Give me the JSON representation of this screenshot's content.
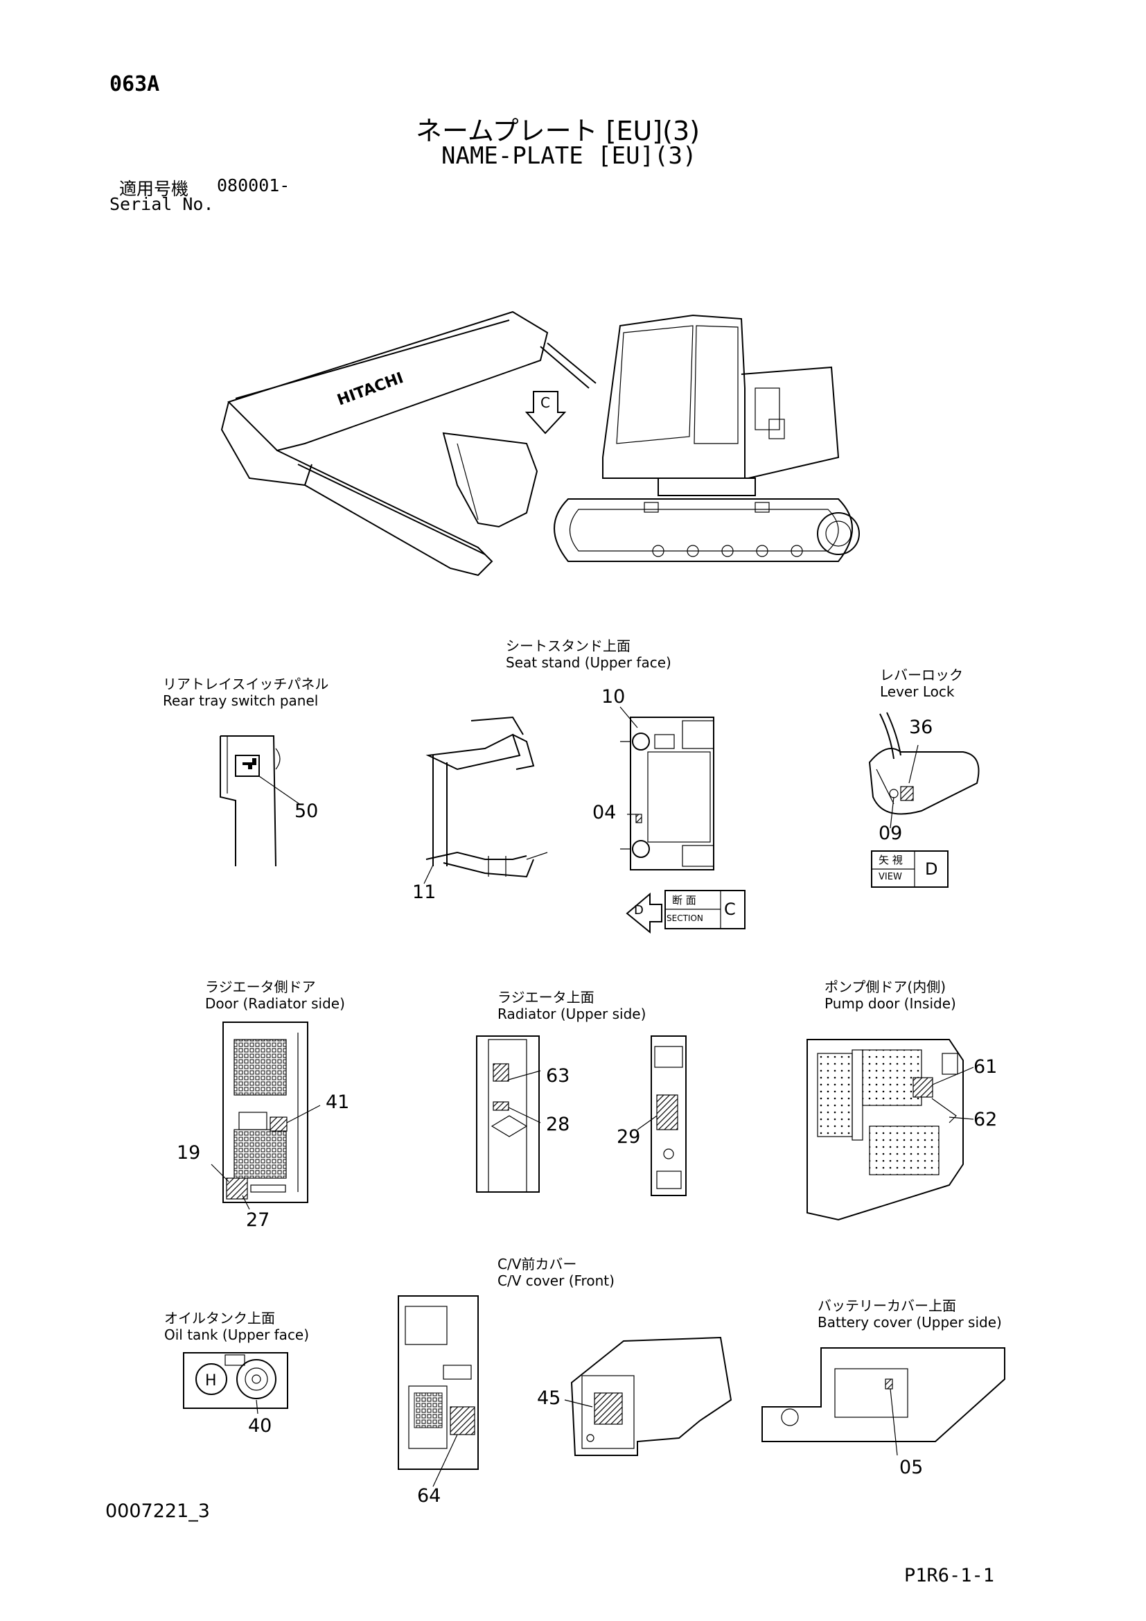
{
  "header": {
    "page_code": "063A",
    "title_jp": "ネームプレート [EU](3)",
    "title_en": "NAME-PLATE [EU](3)",
    "serial_label_jp": "適用号機",
    "serial_value": "080001-",
    "serial_label_en": "Serial No."
  },
  "machine": {
    "brand_text": "HITACHI",
    "section_mark": "C"
  },
  "views": {
    "rear_tray": {
      "label_jp": "リアトレイスイッチパネル",
      "label_en": "Rear tray switch panel",
      "callouts": [
        "50"
      ]
    },
    "seat_stand": {
      "label_jp": "シートスタンド上面",
      "label_en": "Seat stand (Upper face)",
      "callouts": [
        "10",
        "04",
        "11"
      ],
      "section_jp": "断 面",
      "section_en": "SECTION",
      "section_letter": "C",
      "arrow_letter": "D"
    },
    "lever_lock": {
      "label_jp": "レバーロック",
      "label_en": "Lever Lock",
      "callouts": [
        "36",
        "09"
      ],
      "view_jp": "矢 視",
      "view_en": "VIEW",
      "view_letter": "D"
    },
    "radiator_door": {
      "label_jp": "ラジエータ側ドア",
      "label_en": "Door (Radiator side)",
      "callouts": [
        "41",
        "19",
        "27"
      ]
    },
    "radiator_upper": {
      "label_jp": "ラジエータ上面",
      "label_en": "Radiator (Upper side)",
      "callouts": [
        "63",
        "28",
        "29"
      ]
    },
    "pump_door": {
      "label_jp": "ポンプ側ドア(内側)",
      "label_en": "Pump door (Inside)",
      "callouts": [
        "61",
        "62"
      ]
    },
    "oil_tank": {
      "label_jp": "オイルタンク上面",
      "label_en": "Oil tank (Upper face)",
      "callouts": [
        "40"
      ]
    },
    "cv_cover": {
      "label_jp": "C/V前カバー",
      "label_en": "C/V cover (Front)",
      "callouts": [
        "64",
        "45"
      ]
    },
    "battery_cover": {
      "label_jp": "バッテリーカバー上面",
      "label_en": "Battery cover (Upper side)",
      "callouts": [
        "05"
      ]
    }
  },
  "footer": {
    "doc_id": "0007221_3",
    "sheet_id": "P1R6-1-1"
  }
}
